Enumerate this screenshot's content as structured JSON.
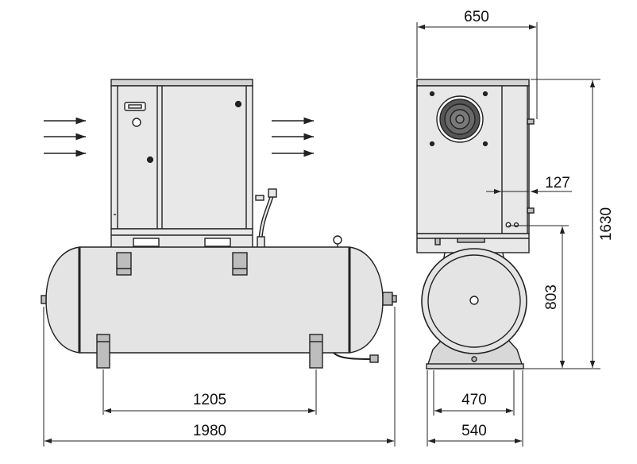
{
  "dimensions": {
    "depth_top": "650",
    "side_offset": "127",
    "total_height": "1630",
    "tank_height": "803",
    "inner_base_width": "470",
    "base_width": "540",
    "feet_spacing": "1205",
    "total_length": "1980"
  },
  "colors": {
    "line": "#222222",
    "body_fill": "#e8e8e8",
    "tank_fill": "#e4e4e4",
    "dark_fill": "#bdbdbd"
  }
}
